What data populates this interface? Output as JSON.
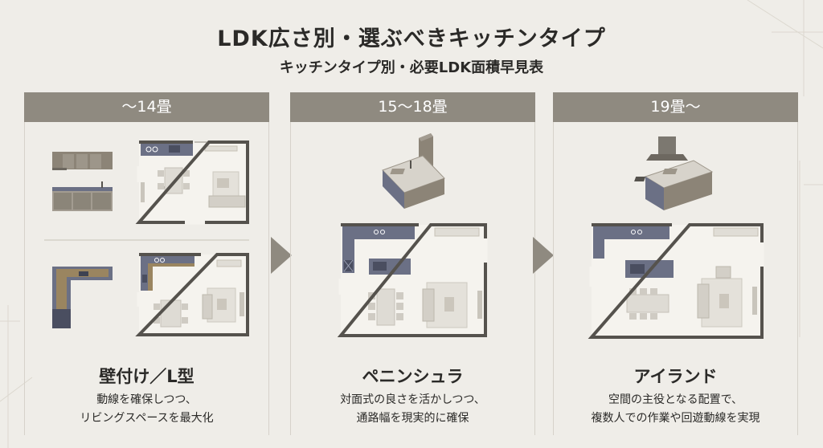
{
  "title": "LDK広さ別・選ぶべきキッチンタイプ",
  "subtitle": "キッチンタイプ別・必要LDK面積早見表",
  "columns": [
    {
      "size": "〜14畳",
      "kitchen_type": "壁付け／L型",
      "description": [
        "動線を確保しつつ、",
        "リビングスペースを最大化"
      ]
    },
    {
      "size": "15〜18畳",
      "kitchen_type": "ペニンシュラ",
      "description": [
        "対面式の良さを活かしつつ、",
        "通路幅を現実的に確保"
      ]
    },
    {
      "size": "19畳〜",
      "kitchen_type": "アイランド",
      "description": [
        "空間の主役となる配置で、",
        "複数人での作業や回遊動線を実現"
      ]
    }
  ],
  "colors": {
    "background": "#efede8",
    "header": "#8f8a80",
    "kitchen_counter": "#6b7085",
    "wall": "#55524d",
    "wood": "#9a8560",
    "furniture": "#dedbd4"
  },
  "icons": [
    "arrow-right-icon",
    "arrow-right-icon"
  ]
}
